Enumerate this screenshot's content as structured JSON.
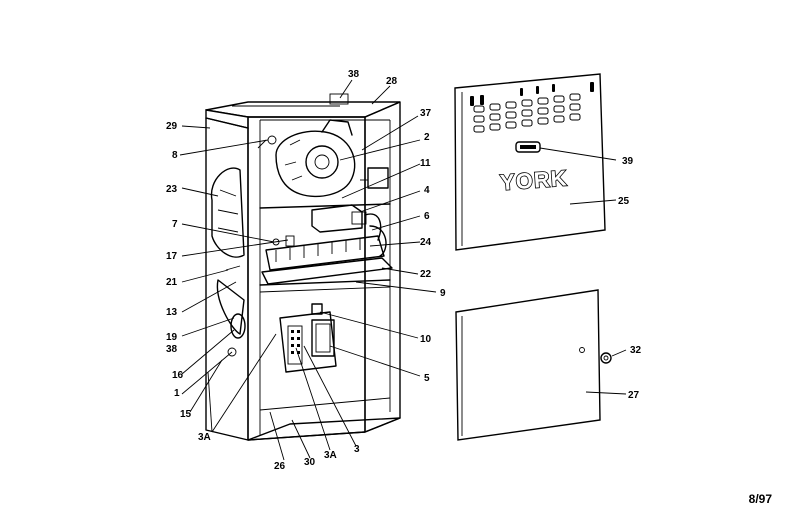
{
  "brand_logo": "YORK",
  "date_code": "8/97",
  "part_labels": [
    {
      "id": "38-top",
      "text": "38"
    },
    {
      "id": "28",
      "text": "28"
    },
    {
      "id": "29",
      "text": "29"
    },
    {
      "id": "37",
      "text": "37"
    },
    {
      "id": "2",
      "text": "2"
    },
    {
      "id": "8",
      "text": "8"
    },
    {
      "id": "11",
      "text": "11"
    },
    {
      "id": "23",
      "text": "23"
    },
    {
      "id": "4",
      "text": "4"
    },
    {
      "id": "7",
      "text": "7"
    },
    {
      "id": "6",
      "text": "6"
    },
    {
      "id": "24",
      "text": "24"
    },
    {
      "id": "17",
      "text": "17"
    },
    {
      "id": "21",
      "text": "21"
    },
    {
      "id": "22",
      "text": "22"
    },
    {
      "id": "9",
      "text": "9"
    },
    {
      "id": "13",
      "text": "13"
    },
    {
      "id": "19",
      "text": "19"
    },
    {
      "id": "38-left",
      "text": "38"
    },
    {
      "id": "10",
      "text": "10"
    },
    {
      "id": "16",
      "text": "16"
    },
    {
      "id": "5",
      "text": "5"
    },
    {
      "id": "1",
      "text": "1"
    },
    {
      "id": "15",
      "text": "15"
    },
    {
      "id": "3A-left",
      "text": "3A"
    },
    {
      "id": "26",
      "text": "26"
    },
    {
      "id": "30",
      "text": "30"
    },
    {
      "id": "3A-right",
      "text": "3A"
    },
    {
      "id": "3",
      "text": "3"
    },
    {
      "id": "39",
      "text": "39"
    },
    {
      "id": "25",
      "text": "25"
    },
    {
      "id": "32",
      "text": "32"
    },
    {
      "id": "27",
      "text": "27"
    }
  ]
}
